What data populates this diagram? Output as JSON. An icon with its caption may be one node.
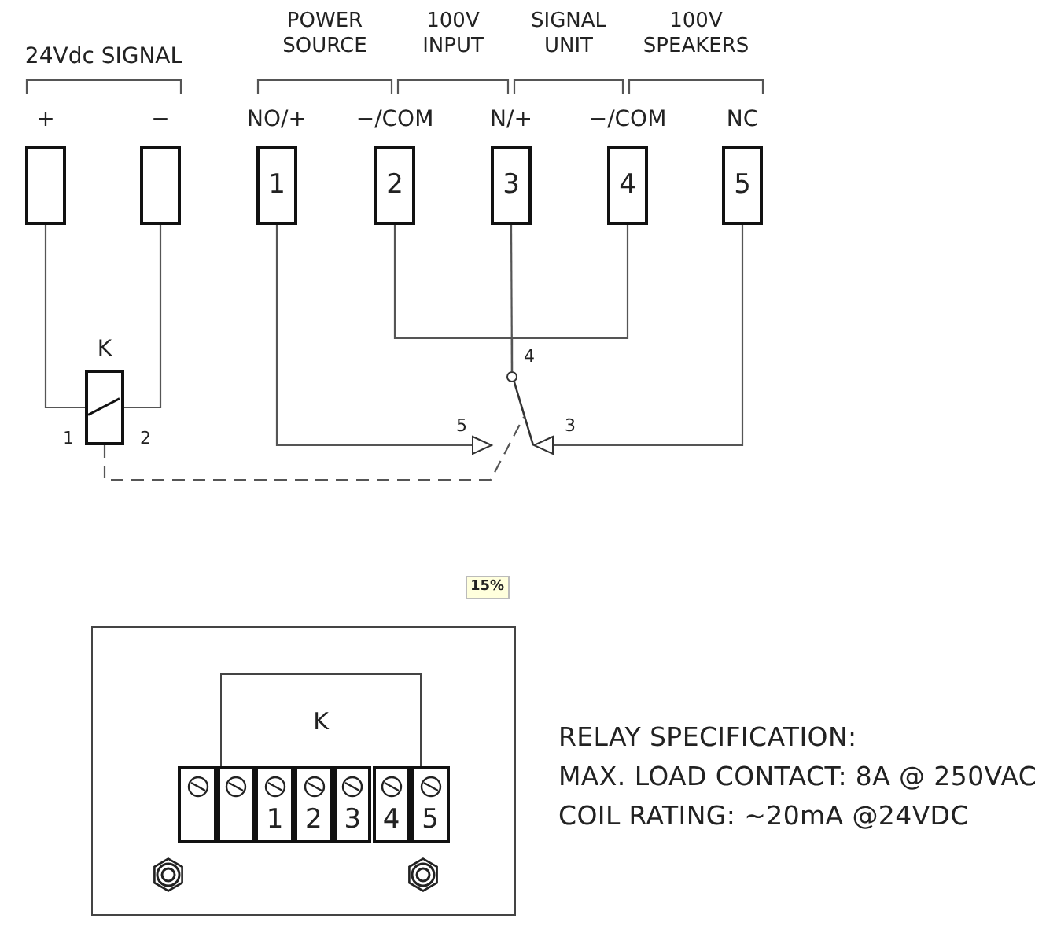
{
  "diagram": {
    "nodes": [
      {
        "text": [
          "+"
        ]
      },
      {
        "text": [
          "−"
        ]
      },
      {
        "text": [
          "NO/+",
          "1"
        ]
      },
      {
        "text": [
          "−/COM",
          "2"
        ]
      },
      {
        "text": [
          "N/+",
          "3"
        ]
      },
      {
        "text": [
          "−/COM",
          "4"
        ]
      },
      {
        "text": [
          "NC",
          "5"
        ]
      },
      {
        "text": [
          "K"
        ],
        "beside": [
          "1",
          "2"
        ]
      },
      {
        "text": [
          "4"
        ]
      },
      {
        "text": [
          "5"
        ]
      },
      {
        "text": [
          "3"
        ]
      },
      {
        "text": [],
        "shape": "box"
      },
      {
        "text": [
          "K"
        ],
        "in": 11
      },
      {
        "text": [],
        "shape": "box",
        "in": 11
      },
      {
        "text": [],
        "shape": "box",
        "in": 11
      },
      {
        "text": [
          "1"
        ],
        "in": 11
      },
      {
        "text": [
          "2"
        ],
        "in": 11
      },
      {
        "text": [
          "3"
        ],
        "in": 11
      },
      {
        "text": [
          "4"
        ],
        "in": 11
      },
      {
        "text": [
          "5"
        ],
        "in": 11
      }
    ],
    "edges": [
      {
        "from": 0,
        "to": 7,
        "arrow": "none"
      },
      {
        "from": 1,
        "to": 7,
        "arrow": "none"
      },
      {
        "from": 3,
        "to": 8,
        "arrow": "none"
      },
      {
        "from": 4,
        "to": 8,
        "arrow": "none"
      },
      {
        "from": 5,
        "to": 8,
        "arrow": "none"
      },
      {
        "from": 2,
        "to": 9,
        "arrow": "none"
      },
      {
        "from": 6,
        "to": 10,
        "arrow": "none"
      },
      {
        "from": 8,
        "to": 10,
        "arrow": "none"
      },
      {
        "from": 7,
        "to": null,
        "arrow": "none",
        "style": "dashed"
      }
    ],
    "labels": [
      "24Vdc SIGNAL",
      "POWER SOURCE",
      "100V INPUT",
      "SIGNAL UNIT",
      "100V SPEAKERS",
      "15%",
      "RELAY SPECIFICATION:",
      "MAX. LOAD CONTACT: 8A @ 250VAC",
      "COIL RATING: ~20mA @24VDC"
    ]
  }
}
